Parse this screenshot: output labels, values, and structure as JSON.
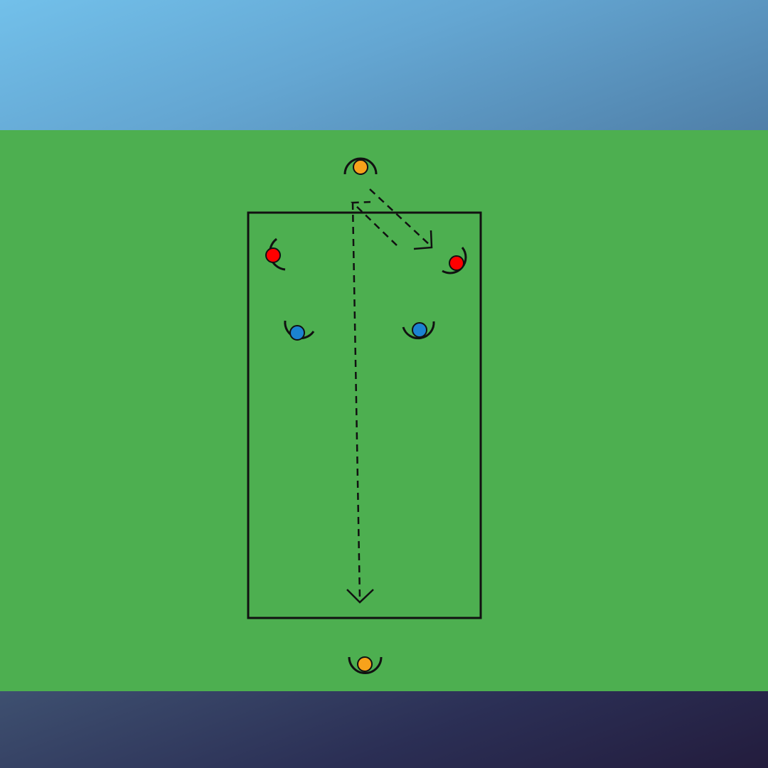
{
  "diagram": {
    "colors": {
      "top_band": "#6aaedc",
      "field": "#4daf50",
      "bottom_band": "#2b2f55",
      "outline": "#111111",
      "orange_player": "#f7a21b",
      "red_player": "#ff0000",
      "blue_player": "#1b82d1"
    },
    "players": [
      {
        "id": "orange-top",
        "team": "orange",
        "facing": "down"
      },
      {
        "id": "red-left",
        "team": "red",
        "facing": "right"
      },
      {
        "id": "red-right",
        "team": "red",
        "facing": "left"
      },
      {
        "id": "blue-left",
        "team": "blue",
        "facing": "up"
      },
      {
        "id": "blue-right",
        "team": "blue",
        "facing": "up"
      },
      {
        "id": "orange-bottom",
        "team": "orange",
        "facing": "up"
      }
    ],
    "arrows": [
      {
        "id": "pass-diagonal",
        "style": "dashed",
        "from": "orange-top",
        "to": "red-right"
      },
      {
        "id": "run-long",
        "style": "dashed",
        "from": "orange-top",
        "to": "orange-bottom"
      }
    ]
  }
}
